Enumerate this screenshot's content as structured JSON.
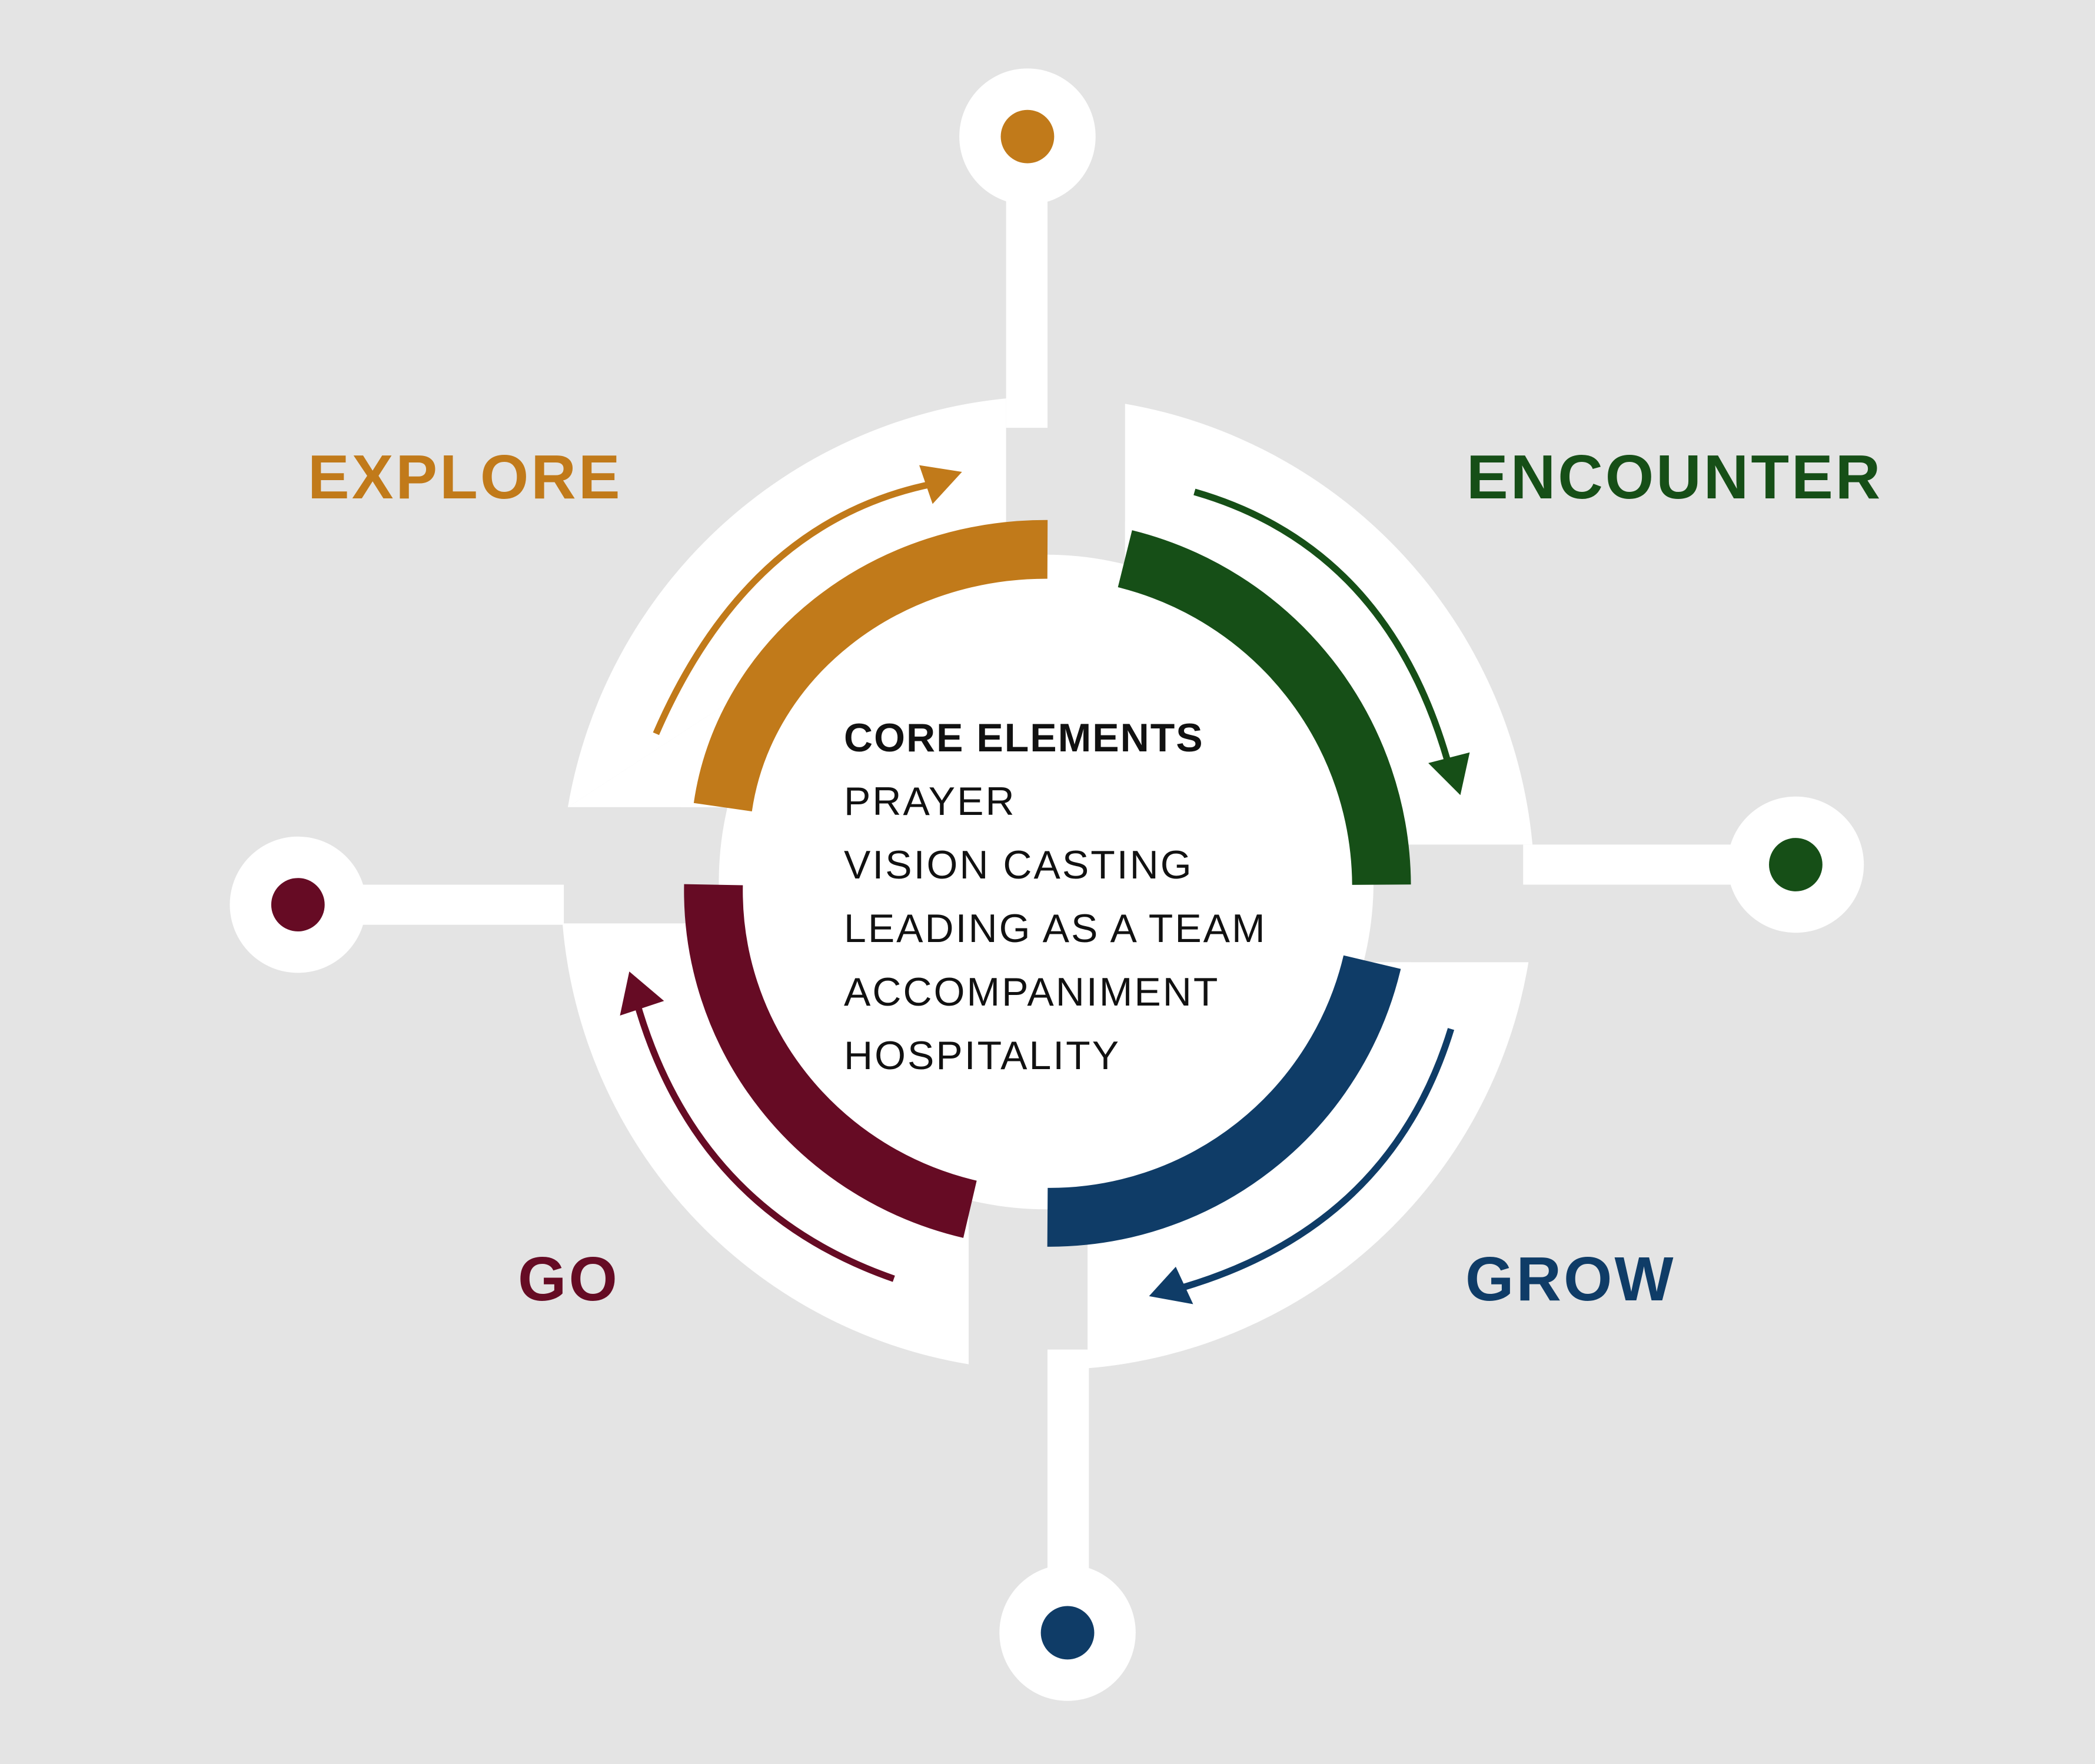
{
  "phases": [
    {
      "id": "explore",
      "label": "EXPLORE",
      "color": "#c17a1a"
    },
    {
      "id": "encounter",
      "label": "ENCOUNTER",
      "color": "#164f17"
    },
    {
      "id": "grow",
      "label": "GROW",
      "color": "#0f3c67"
    },
    {
      "id": "go",
      "label": "GO",
      "color": "#660b24"
    }
  ],
  "center": {
    "title": "CORE ELEMENTS",
    "items": [
      "PRAYER",
      "VISION CASTING",
      "LEADING AS A TEAM",
      "ACCOMPANIMENT",
      "HOSPITALITY"
    ]
  }
}
